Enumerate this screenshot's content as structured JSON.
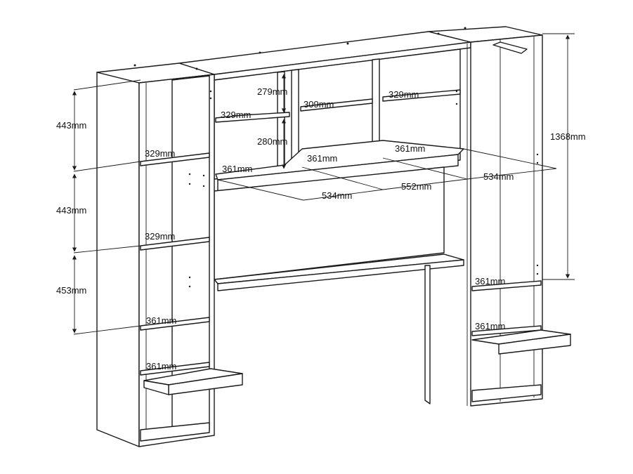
{
  "diagram": {
    "labels": {
      "left_h1": "443mm",
      "left_h2": "443mm",
      "left_h3": "453mm",
      "total_h": "1368mm",
      "bridge_h1": "279mm",
      "bridge_h2": "280mm",
      "w_534_a": "534mm",
      "w_552": "552mm",
      "w_534_b": "534mm",
      "s_329_b1": "329mm",
      "s_309": "309mm",
      "s_329_b3": "329mm",
      "s_361_b1": "361mm",
      "s_361_b2": "361mm",
      "s_361_b3": "361mm",
      "s_329_l1": "329mm",
      "s_329_l2": "329mm",
      "s_361_l3": "361mm",
      "s_361_l4": "361mm",
      "s_361_r1": "361mm",
      "s_361_r2": "361mm"
    }
  }
}
